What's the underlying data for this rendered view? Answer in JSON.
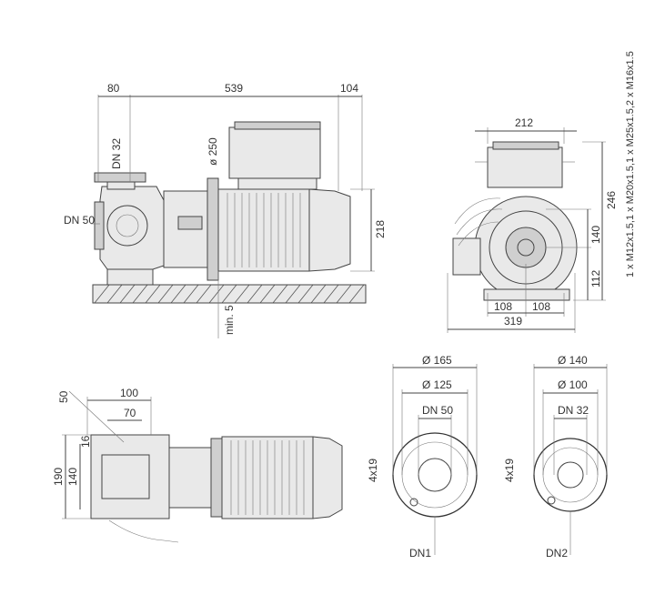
{
  "side_view": {
    "dim_80": "80",
    "dim_539": "539",
    "dim_104": "104",
    "dn_outlet": "DN 32",
    "dn_inlet": "DN 50",
    "dia_250": "ø 250",
    "height_218": "218",
    "min_5": "min. 5"
  },
  "end_view": {
    "width_212": "212",
    "height_246": "246",
    "dim_140": "140",
    "dim_112": "112",
    "dim_108_left": "108",
    "dim_108_right": "108",
    "width_319": "319",
    "cable_glands": "1 x M12x1.5,1 x M20x1.5,1 x M25x1.5,2 x M16x1.5"
  },
  "top_view": {
    "dim_50": "50",
    "dim_100": "100",
    "dim_70": "70",
    "dim_16": "16",
    "dim_190": "190",
    "dim_140": "140"
  },
  "flange_dn1": {
    "dia_165": "Ø 165",
    "dia_125": "Ø 125",
    "dn": "DN 50",
    "holes": "4x19",
    "label": "DN1"
  },
  "flange_dn2": {
    "dia_140": "Ø 140",
    "dia_100": "Ø 100",
    "dn": "DN 32",
    "holes": "4x19",
    "label": "DN2"
  }
}
